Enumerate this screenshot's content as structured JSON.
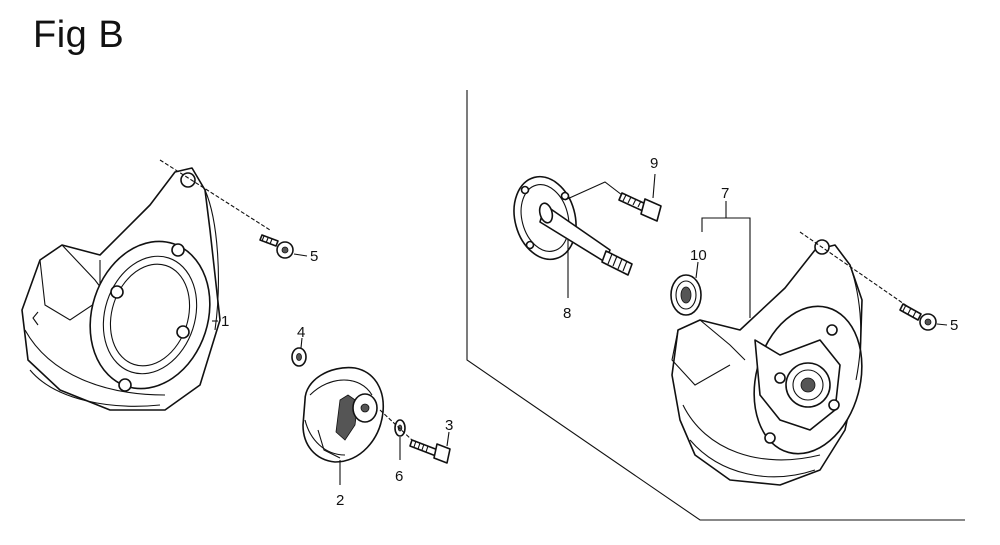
{
  "figure": {
    "title": "Fig B"
  },
  "callouts": {
    "c1": "1",
    "c2": "2",
    "c3": "3",
    "c4": "4",
    "c5_left": "5",
    "c6": "6",
    "c7": "7",
    "c8": "8",
    "c9": "9",
    "c10": "10",
    "c5_right": "5"
  }
}
